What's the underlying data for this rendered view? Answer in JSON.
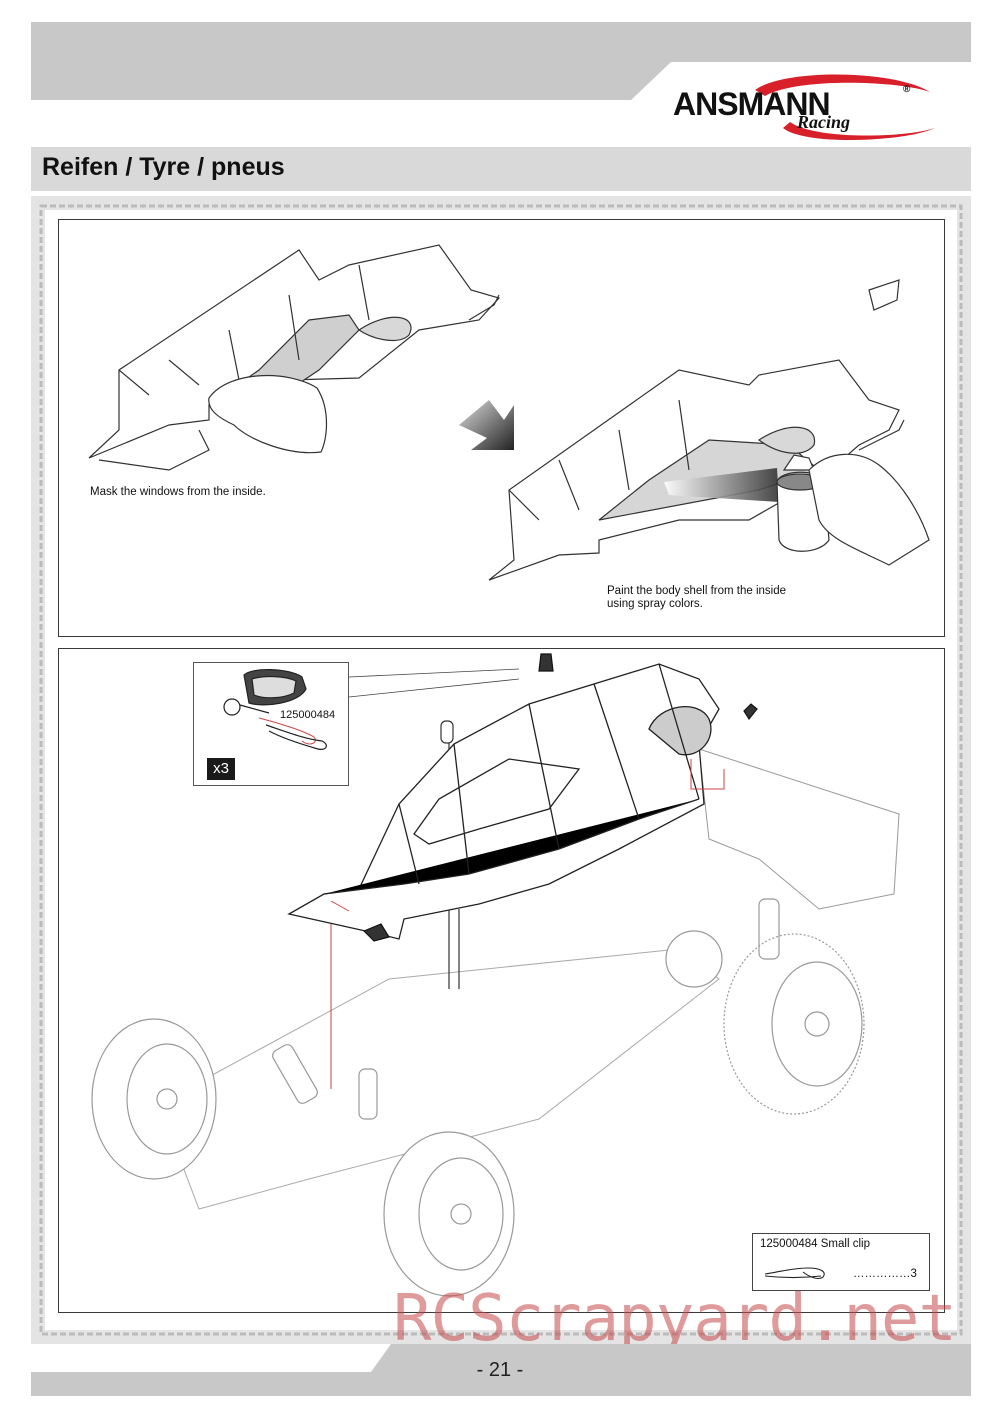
{
  "header": {
    "brand": "ANSMANN",
    "brand_sub": "Racing",
    "registered_mark": "®"
  },
  "section": {
    "title": "Reifen / Tyre / pneus"
  },
  "step1": {
    "caption_mask": "Mask the windows from the inside.",
    "caption_paint_line1": "Paint the body shell from the inside",
    "caption_paint_line2": "using spray colors."
  },
  "step2": {
    "inset_part_number": "125000484",
    "inset_quantity": "x3",
    "parts_list": {
      "header": "125000484  Small clip",
      "quantity": "……………3"
    }
  },
  "footer": {
    "page_number": "- 21 -"
  },
  "watermark": {
    "text": "RCScrapyard.net"
  },
  "colors": {
    "band_gray": "#c8c8c8",
    "header_gray": "#d9d9d9",
    "brand_red": "#d8202a",
    "watermark_red": "#c64a4a"
  }
}
